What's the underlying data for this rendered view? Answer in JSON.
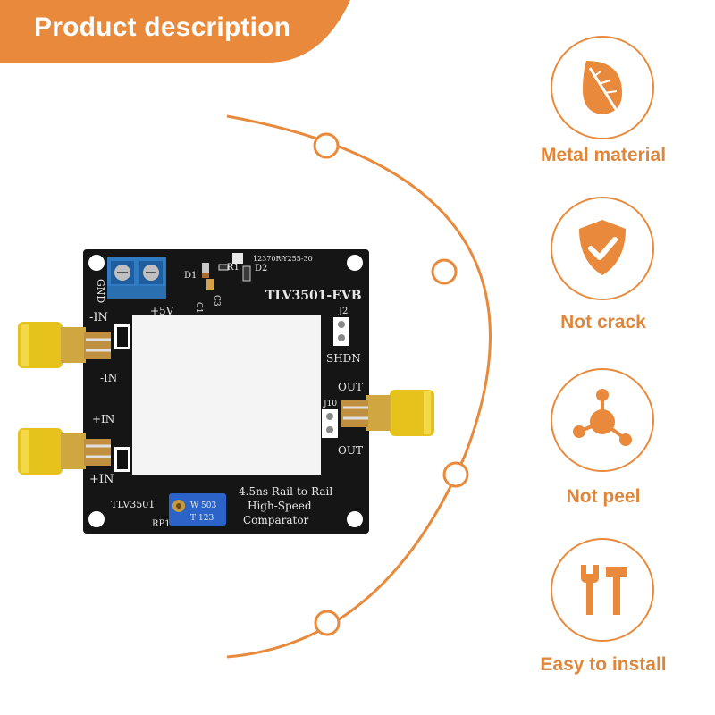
{
  "banner": {
    "title": "Product description"
  },
  "board": {
    "model": "TLV3501-EVB",
    "serial": "12370R-Y255-30",
    "labels": {
      "gnd": "GND",
      "plus5v": "+5V",
      "minus_in_top": "-IN",
      "minus_in_mid": "-IN",
      "plus_in_mid": "+IN",
      "plus_in_bottom": "+IN",
      "j2": "J2",
      "shdn": "SHDN",
      "out_top": "OUT",
      "j10": "J10",
      "out_bottom": "OUT",
      "d1": "D1",
      "r1": "R1",
      "d2": "D2",
      "c1": "C1",
      "c3": "C3",
      "chip": "TLV3501",
      "rp1": "RP1",
      "pot_code": "503",
      "pot_w": "W",
      "pot_num": "123",
      "pot_t": "T",
      "desc_line1": "4.5ns Rail-to-Rail",
      "desc_line2": "High-Speed",
      "desc_line3": "Comparator"
    }
  },
  "features": [
    {
      "label": "Metal material",
      "icon": "leaf-icon"
    },
    {
      "label": "Not crack",
      "icon": "shield-check-icon"
    },
    {
      "label": "Not peel",
      "icon": "molecule-icon"
    },
    {
      "label": "Easy to install",
      "icon": "tools-icon"
    }
  ],
  "colors": {
    "accent": "#e8893b",
    "board": "#151515"
  }
}
